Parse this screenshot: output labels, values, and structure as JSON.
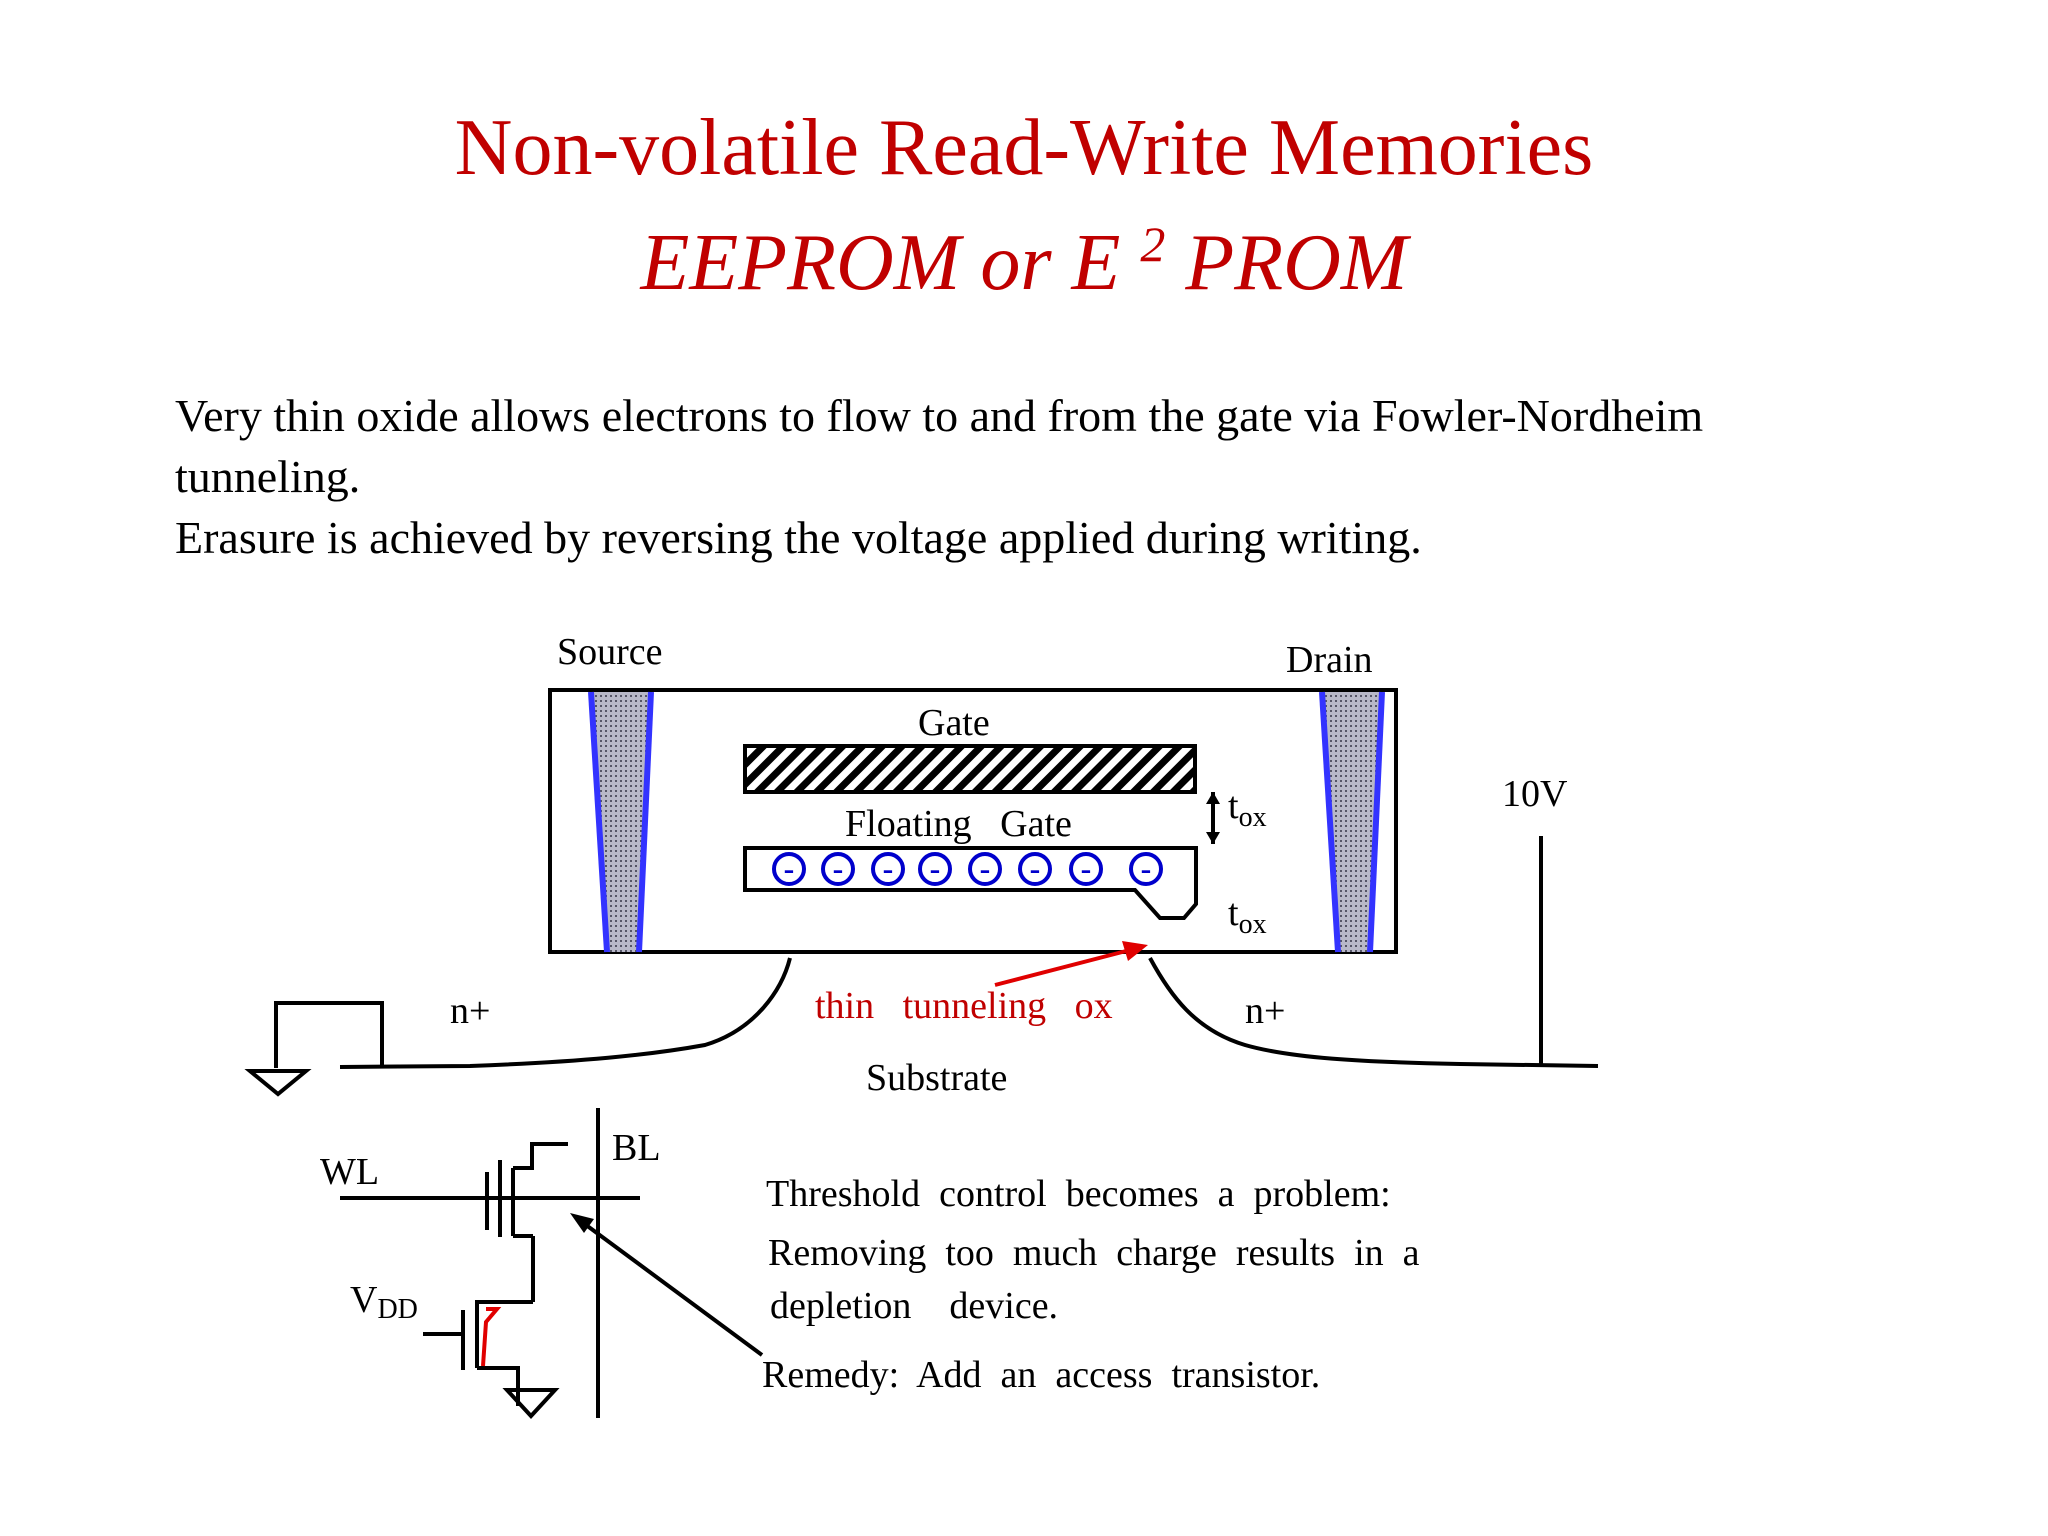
{
  "slide": {
    "title": "Non-volatile Read-Write Memories",
    "subtitle_main": "EEPROM or E",
    "subtitle_sup": "2",
    "subtitle_end": "PROM",
    "paragraphs": [
      "Very thin oxide allows electrons to flow to and from the gate via Fowler-Nordheim tunneling.",
      "Erasure is achieved by reversing the voltage applied during writing."
    ]
  },
  "diagram": {
    "source": "Source",
    "drain": "Drain",
    "gate": "Gate",
    "floating_gate": "Floating   Gate",
    "tox_t": "t",
    "tox_sub": "ox",
    "voltage": "10V",
    "n_plus": "n+",
    "thin_tunneling": "thin   tunneling   ox",
    "substrate": "Substrate",
    "electron": "-",
    "colors": {
      "accent": "#c00000",
      "electron": "#0000cc",
      "region": "#3333ff"
    }
  },
  "circuit": {
    "wl": "WL",
    "bl": "BL",
    "vdd_v": "V",
    "vdd_sub": "DD"
  },
  "note": {
    "line1": "Threshold  control  becomes  a  problem:",
    "line2": "Removing  too  much  charge  results  in  a",
    "line3": "depletion    device.",
    "line4": "Remedy:  Add  an  access  transistor."
  }
}
